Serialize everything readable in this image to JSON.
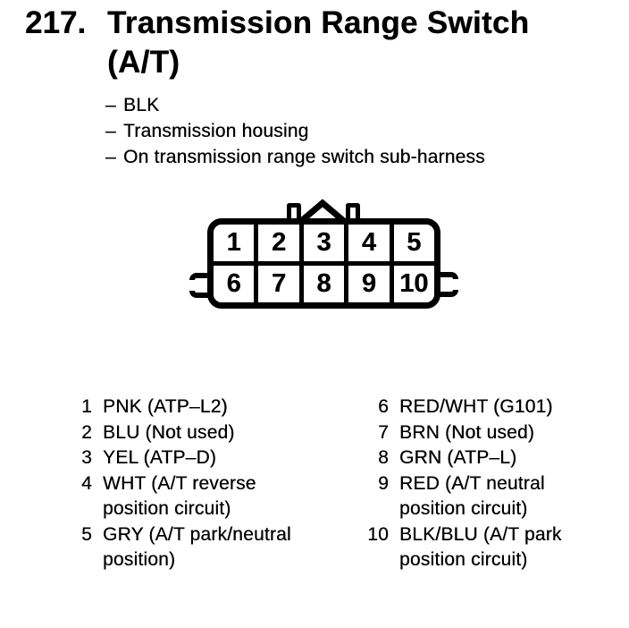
{
  "heading": {
    "number": "217.",
    "title": "Transmission Range Switch\n(A/T)"
  },
  "bullets": {
    "dash": "–",
    "items": [
      "BLK",
      "Transmission housing",
      "On transmission range switch sub-harness"
    ]
  },
  "connector": {
    "cells": [
      "1",
      "2",
      "3",
      "4",
      "5",
      "6",
      "7",
      "8",
      "9",
      "10"
    ]
  },
  "pins": {
    "left": [
      {
        "num": "1",
        "label": "PNK (ATP–L2)"
      },
      {
        "num": "2",
        "label": "BLU (Not used)"
      },
      {
        "num": "3",
        "label": "YEL (ATP–D)"
      },
      {
        "num": "4",
        "label": "WHT (A/T reverse\nposition circuit)"
      },
      {
        "num": "5",
        "label": "GRY (A/T park/neutral\nposition)"
      }
    ],
    "right": [
      {
        "num": "6",
        "label": "RED/WHT (G101)"
      },
      {
        "num": "7",
        "label": "BRN (Not used)"
      },
      {
        "num": "8",
        "label": "GRN (ATP–L)"
      },
      {
        "num": "9",
        "label": "RED (A/T neutral\nposition circuit)"
      },
      {
        "num": "10",
        "label": "BLK/BLU (A/T park\nposition circuit)"
      }
    ]
  },
  "colors": {
    "ink": "#000000",
    "paper": "#ffffff"
  }
}
